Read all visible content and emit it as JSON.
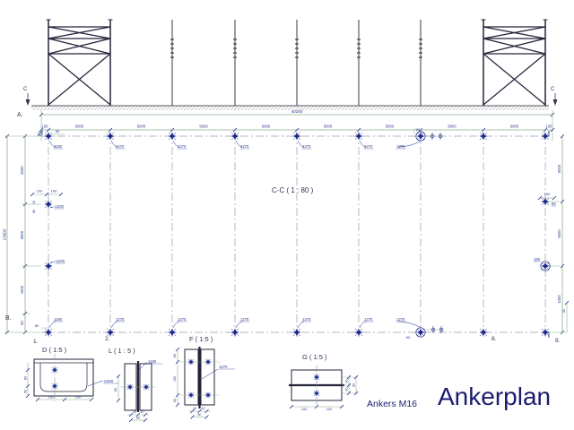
{
  "drawing": {
    "title": "Ankerplan",
    "note": "Ankers M16",
    "section_label": "C-C ( 1 : 80 )",
    "marker_top": "A.",
    "marker_bottom": "B.",
    "section_marker": "C",
    "grid_numbers": [
      "1.",
      "2.",
      "8.",
      "9."
    ]
  },
  "dimensions": {
    "overall_width": "40200",
    "top_chain": [
      "100",
      "5000",
      "5000",
      "5000",
      "5000",
      "5000",
      "5000",
      "5000",
      "5000",
      "100"
    ],
    "overall_height": "13000",
    "left_chain": [
      "5000",
      "5900",
      "1000",
      "50"
    ],
    "left_anchor_dims": [
      "100",
      "100"
    ],
    "left_small_dims": [
      "40",
      "80"
    ],
    "right_chain": [
      "5000",
      "5000",
      "1000"
    ],
    "right_small_top": "100",
    "right_small_bottom": "50",
    "corner_dim_tl": "80",
    "corner_dim_bl": "80",
    "grid7_dim_top": "60",
    "grid7_dim_bottom": "80"
  },
  "anchors": {
    "top_row_labels": [
      "1180",
      "1270",
      "1270",
      "1270",
      "1270",
      "1270",
      "1270",
      "",
      ""
    ],
    "bottom_row_labels": [
      "1180",
      "1270",
      "1270",
      "1270",
      "1270",
      "1270",
      "1270",
      "",
      ""
    ],
    "left_column_labels": [
      "U200",
      "U200"
    ],
    "right_column_labels": [
      "80",
      "180"
    ]
  },
  "details": {
    "d": {
      "label": "D ( 1:5 )",
      "callout": "U200",
      "left_dims": [
        "80",
        "50"
      ],
      "bottom_dims": [
        "100",
        "100"
      ]
    },
    "l": {
      "label": "L ( 1 : 5 )",
      "callout": "1180",
      "left_dims": [
        "80"
      ],
      "bottom_dims": [
        "40",
        "40"
      ],
      "bottom_total": "80"
    },
    "f": {
      "label": "F ( 1:5 )",
      "callout": "1270",
      "left_dims": [
        "60",
        "150",
        "60"
      ],
      "bottom_dims": [
        "40",
        "40"
      ],
      "bottom_total": "80"
    },
    "g": {
      "label": "G ( 1:5 )",
      "right_dims": [
        "40",
        "40"
      ],
      "right_total": "80",
      "bottom_dims": [
        "100",
        "100"
      ]
    }
  },
  "colors": {
    "line": "#23233a",
    "dimension": "#8fae8f",
    "centerline": "#9a9ab0",
    "anchor": "#1b2a8a",
    "text": "#2b3590",
    "title": "#1c1c6e"
  }
}
